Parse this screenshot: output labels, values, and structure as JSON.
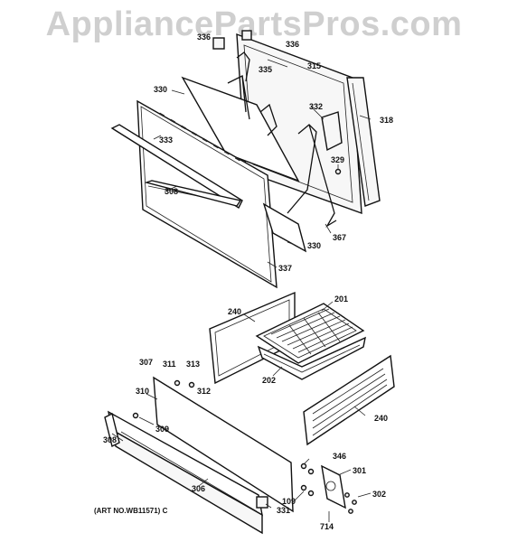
{
  "watermark": "AppliancePartsPros.com",
  "art_number": "(ART NO.WB11571) C",
  "labels": {
    "p336a": "336",
    "p336b": "336",
    "p335": "335",
    "p315": "315",
    "p330a": "330",
    "p332": "332",
    "p318": "318",
    "p333": "333",
    "p329": "329",
    "p308a": "308",
    "p367": "367",
    "p330b": "330",
    "p337": "337",
    "p240a": "240",
    "p201": "201",
    "p307": "307",
    "p311": "311",
    "p313": "313",
    "p202": "202",
    "p310": "310",
    "p312": "312",
    "p240b": "240",
    "p309": "309",
    "p308b": "308",
    "p346": "346",
    "p301": "301",
    "p306": "306",
    "p109": "109",
    "p302": "302",
    "p331": "331",
    "p714": "714"
  }
}
